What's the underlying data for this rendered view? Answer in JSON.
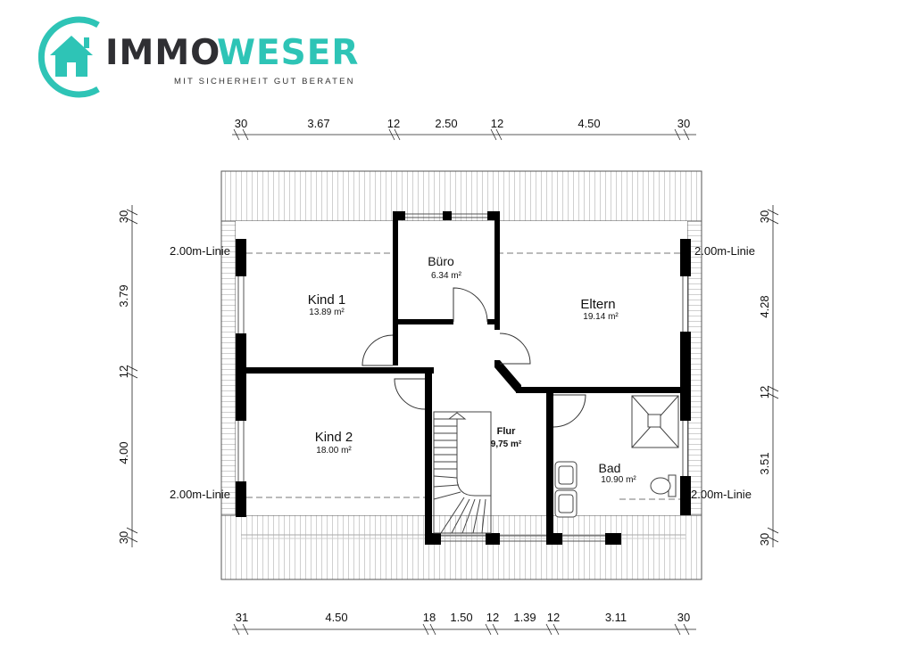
{
  "brand": {
    "name_part1": "IMMO",
    "name_part2": "WESER",
    "tagline": "MIT SICHERHEIT GUT BERATEN",
    "colors": {
      "teal": "#2ec4b6",
      "dark": "#2f2f33"
    }
  },
  "rooms": {
    "kind1": {
      "name": "Kind 1",
      "area": "13.89 m²"
    },
    "buero": {
      "name": "Büro",
      "area": "6.34 m²"
    },
    "eltern": {
      "name": "Eltern",
      "area": "19.14 m²"
    },
    "kind2": {
      "name": "Kind 2",
      "area": "18.00 m²"
    },
    "flur": {
      "name": "Flur",
      "area": "9,75 m²"
    },
    "bad": {
      "name": "Bad",
      "area": "10.90 m²"
    }
  },
  "line_labels": {
    "top_left": "2.00m-Linie",
    "top_right": "2.00m-Linie",
    "bottom_left": "2.00m-Linie",
    "bottom_right": "2.00m-Linie"
  },
  "dimensions": {
    "top": [
      "30",
      "3.67",
      "12",
      "2.50",
      "12",
      "4.50",
      "30"
    ],
    "bottom": [
      "31",
      "4.50",
      "18",
      "1.50",
      "12",
      "1.39",
      "12",
      "3.11",
      "30"
    ],
    "left": [
      "30",
      "3.79",
      "12",
      "4.00",
      "30"
    ],
    "right": [
      "30",
      "4.28",
      "12",
      "3.51",
      "30"
    ]
  }
}
